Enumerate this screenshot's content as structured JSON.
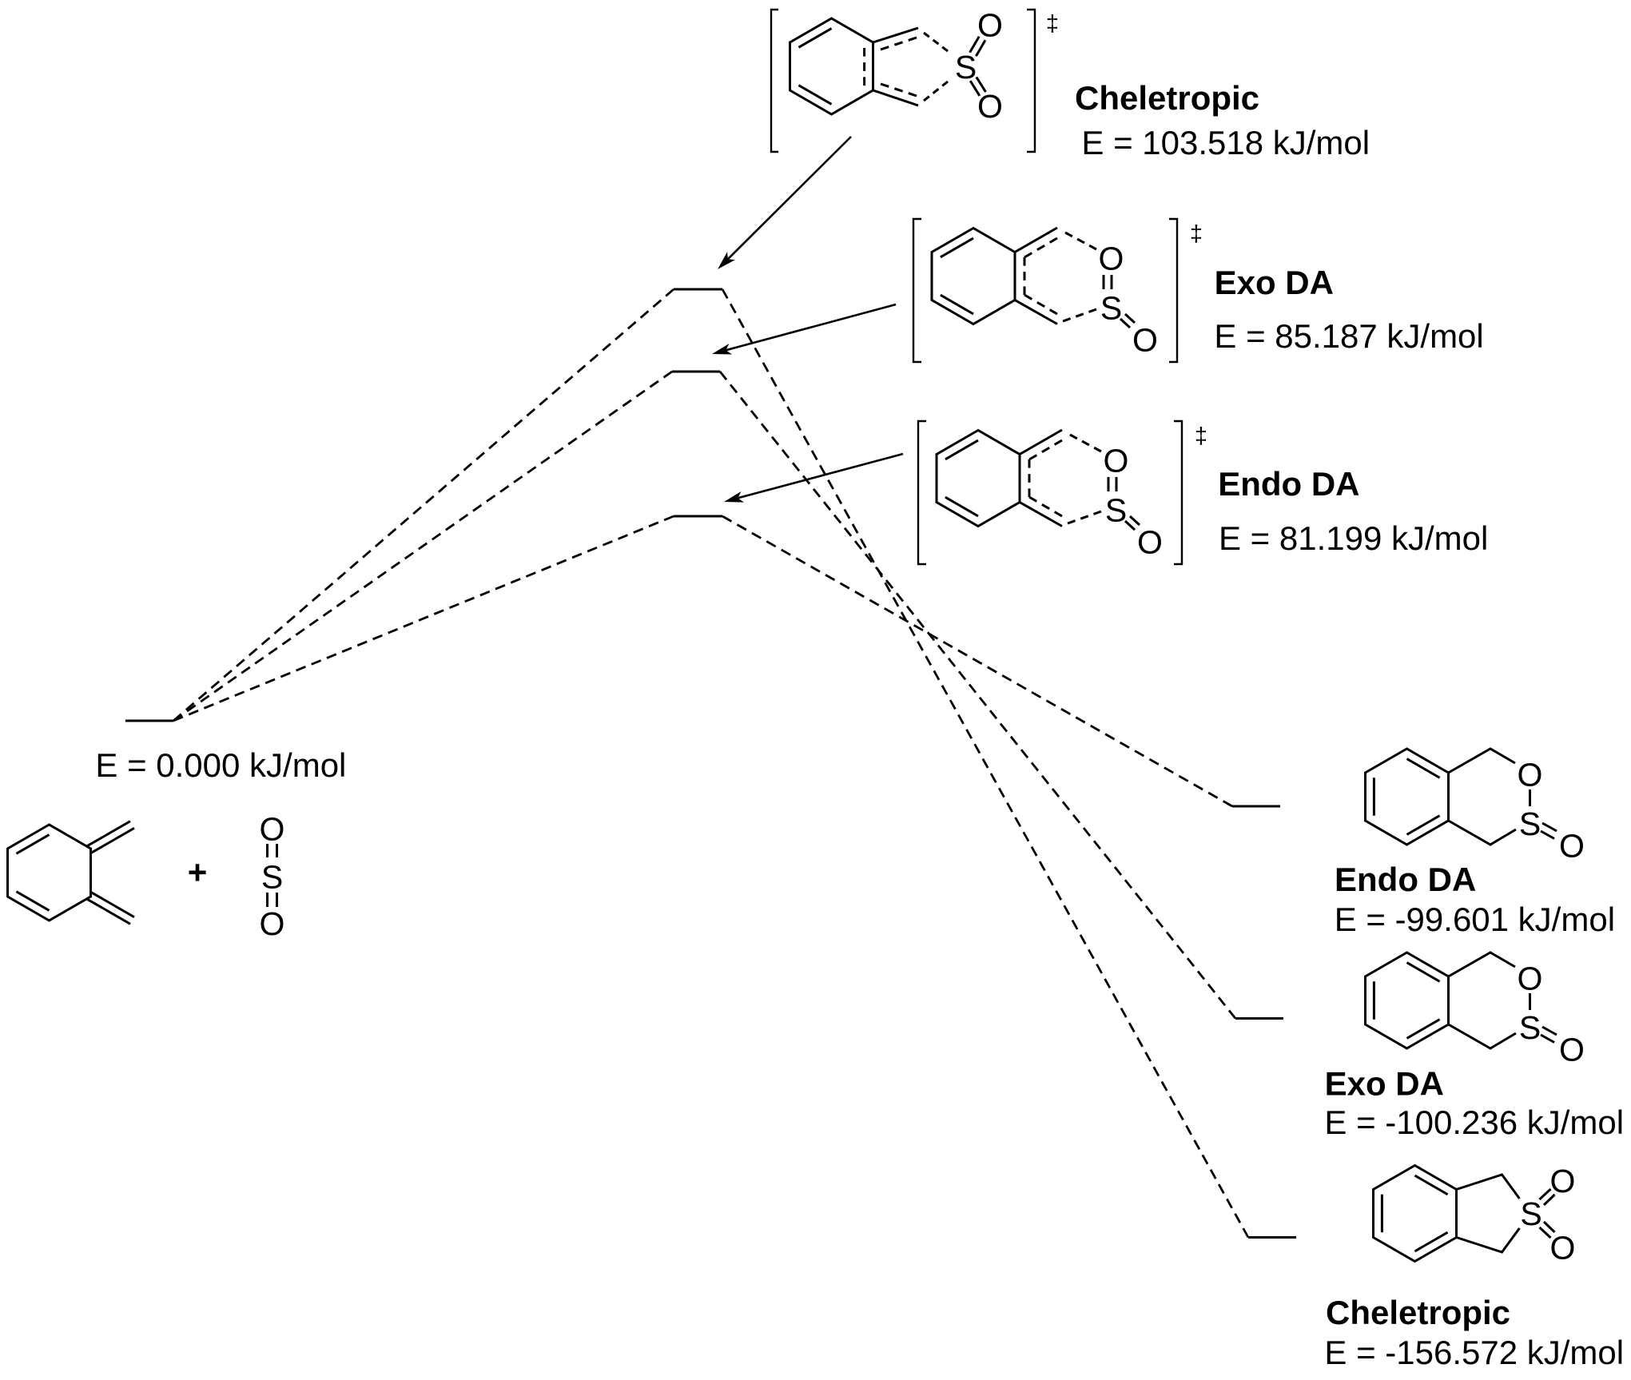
{
  "diagram": {
    "energy_unit": "kJ/mol",
    "colors": {
      "ink": "#000000",
      "background": "#ffffff"
    }
  },
  "symbols": {
    "oxygen": "O",
    "sulfur": "S",
    "plus": "+",
    "transition_state": "‡"
  },
  "reactants": {
    "energy_label": "E = 0.000 kJ/mol",
    "energy_kj_mol": 0.0
  },
  "transition_states": [
    {
      "name": "Cheletropic",
      "energy_label": "E = 103.518 kJ/mol",
      "energy_kj_mol": 103.518
    },
    {
      "name": "Exo DA",
      "energy_label": "E = 85.187 kJ/mol",
      "energy_kj_mol": 85.187
    },
    {
      "name": "Endo DA",
      "energy_label": "E = 81.199 kJ/mol",
      "energy_kj_mol": 81.199
    }
  ],
  "products": [
    {
      "name": "Endo DA",
      "energy_label": "E = -99.601 kJ/mol",
      "energy_kj_mol": -99.601
    },
    {
      "name": "Exo DA",
      "energy_label": "E = -100.236 kJ/mol",
      "energy_kj_mol": -100.236
    },
    {
      "name": "Cheletropic",
      "energy_label": "E = -156.572 kJ/mol",
      "energy_kj_mol": -156.572
    }
  ],
  "pathways": [
    {
      "name": "Cheletropic",
      "energies_kj_mol": [
        0.0,
        103.518,
        -156.572
      ]
    },
    {
      "name": "Exo DA",
      "energies_kj_mol": [
        0.0,
        85.187,
        -100.236
      ]
    },
    {
      "name": "Endo DA",
      "energies_kj_mol": [
        0.0,
        81.199,
        -99.601
      ]
    }
  ]
}
